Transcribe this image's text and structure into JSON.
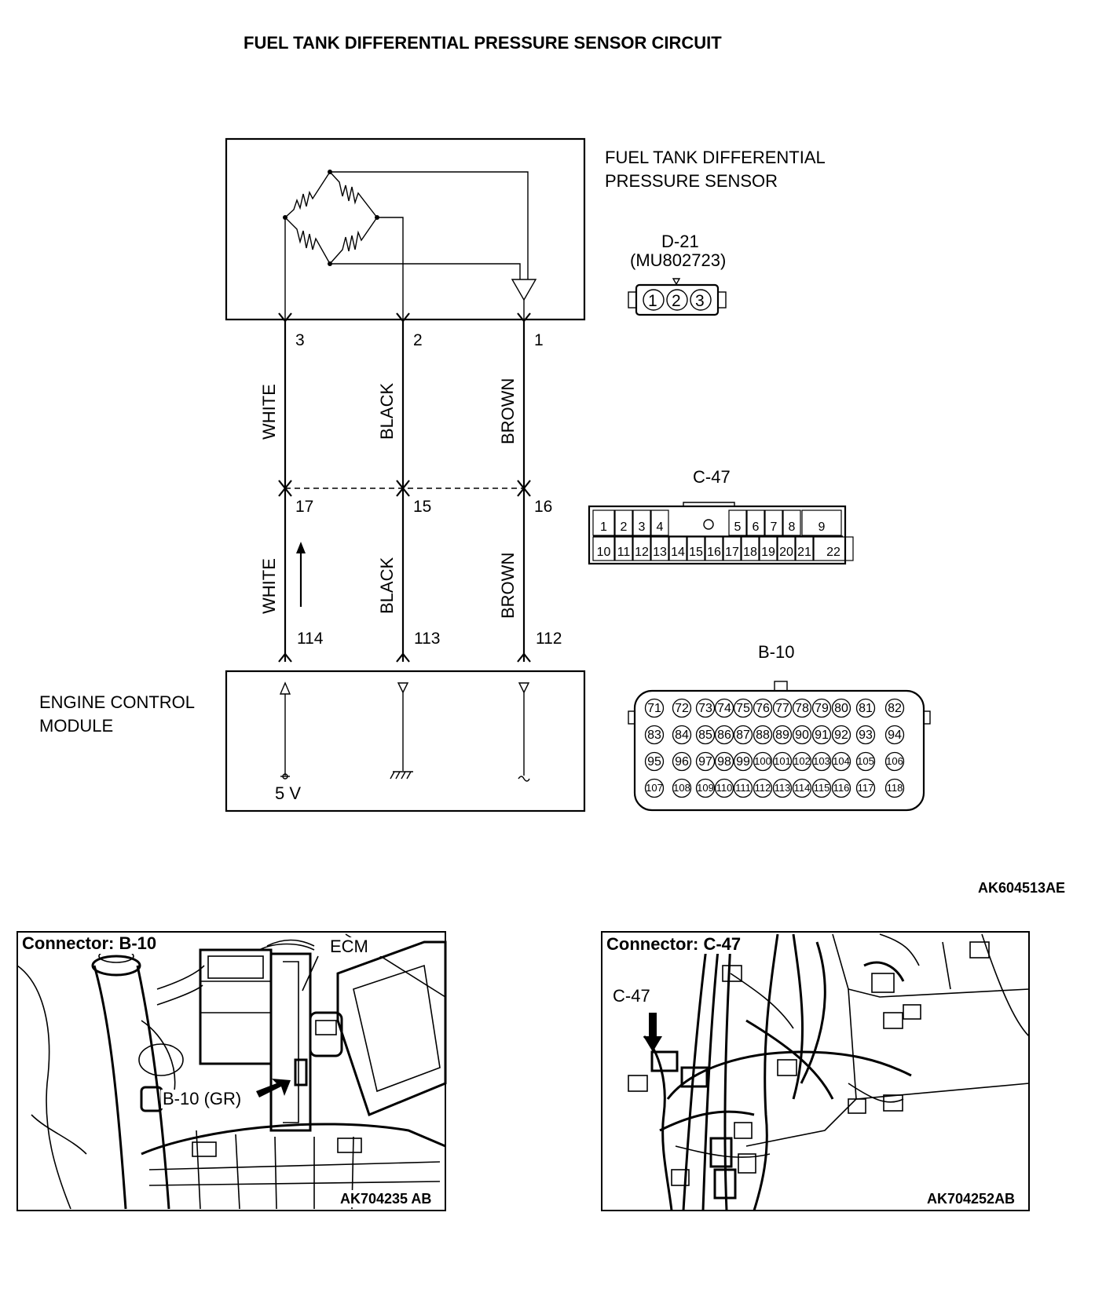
{
  "title": "FUEL TANK DIFFERENTIAL PRESSURE SENSOR CIRCUIT",
  "sensor": {
    "label_line1": "FUEL TANK DIFFERENTIAL",
    "label_line2": "PRESSURE SENSOR",
    "connector_id": "D-21",
    "connector_part": "(MU802723)",
    "connector_pins": [
      "1",
      "2",
      "3"
    ]
  },
  "ecm": {
    "label_line1": "ENGINE CONTROL",
    "label_line2": "MODULE",
    "supply_label": "5 V"
  },
  "wires": [
    {
      "color": "WHITE",
      "sensor_pin": "3",
      "c47_pin": "17",
      "ecm_pin": "114"
    },
    {
      "color": "BLACK",
      "sensor_pin": "2",
      "c47_pin": "15",
      "ecm_pin": "113"
    },
    {
      "color": "BROWN",
      "sensor_pin": "1",
      "c47_pin": "16",
      "ecm_pin": "112"
    }
  ],
  "c47": {
    "label": "C-47",
    "top_pins": [
      "1",
      "2",
      "3",
      "4",
      "5",
      "6",
      "7",
      "8",
      "9"
    ],
    "bottom_pins": [
      "10",
      "11",
      "12",
      "13",
      "14",
      "15",
      "16",
      "17",
      "18",
      "19",
      "20",
      "21",
      "22"
    ]
  },
  "b10": {
    "label": "B-10",
    "rows": [
      [
        "71",
        "72",
        "73",
        "74",
        "75",
        "76",
        "77",
        "78",
        "79",
        "80",
        "81",
        "82"
      ],
      [
        "83",
        "84",
        "85",
        "86",
        "87",
        "88",
        "89",
        "90",
        "91",
        "92",
        "93",
        "94"
      ],
      [
        "95",
        "96",
        "97",
        "98",
        "99",
        "100",
        "101",
        "102",
        "103",
        "104",
        "105",
        "106"
      ],
      [
        "107",
        "108",
        "109",
        "110",
        "111",
        "112",
        "113",
        "114",
        "115",
        "116",
        "117",
        "118"
      ]
    ]
  },
  "figure_code": "AK604513AE",
  "photo_left": {
    "header": "Connector: B-10",
    "ecm_label": "ECM",
    "connector_label": "B-10 (GR)",
    "code": "AK704235 AB"
  },
  "photo_right": {
    "header": "Connector: C-47",
    "connector_label": "C-47",
    "code": "AK704252AB"
  }
}
